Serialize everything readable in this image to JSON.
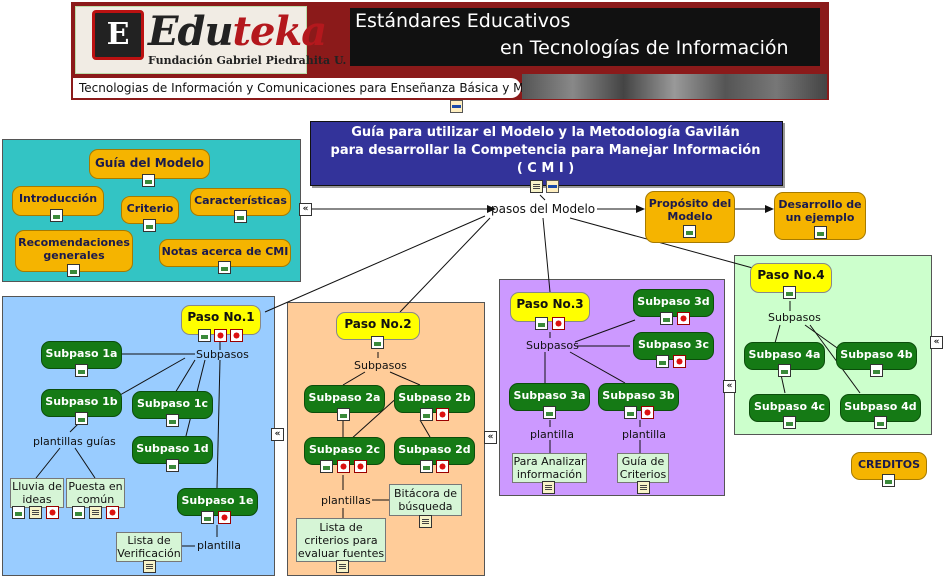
{
  "header": {
    "logo_letter": "E",
    "brand_pre": "Edu",
    "brand_post": "teka",
    "foundation": "Fundación Gabriel Piedrahita U.",
    "title_line1": "Estándares Educativos",
    "title_line2": "en Tecnologías de Información",
    "tagline": "Tecnologias de Información y Comunicaciones para Enseñanza Básica y Media"
  },
  "main": {
    "title_line1": "Guía para utilizar el Modelo y la Metodología Gavilán",
    "title_line2": "para desarrollar la Competencia para Manejar Información",
    "title_line3": "( C M I )",
    "center_label": "pasos del Modelo",
    "proposito": "Propósito del Modelo",
    "desarrollo": "Desarrollo de un ejemplo",
    "creditos": "CREDITOS"
  },
  "guia": {
    "title": "Guía del Modelo",
    "introduccion": "Introducción",
    "criterio": "Criterio",
    "caracteristicas": "Características",
    "recomendaciones": "Recomendaciones generales",
    "notas": "Notas acerca de CMI"
  },
  "paso1": {
    "title": "Paso No.1",
    "subpasos": "Subpasos",
    "sub1a": "Subpaso 1a",
    "sub1b": "Subpaso 1b",
    "sub1c": "Subpaso 1c",
    "sub1d": "Subpaso 1d",
    "sub1e": "Subpaso 1e",
    "plantillas_guias": "plantillas guías",
    "lluvia": "Lluvia de ideas",
    "puesta": "Puesta en común",
    "plantilla": "plantilla",
    "lista": "Lista de Verificación"
  },
  "paso2": {
    "title": "Paso No.2",
    "subpasos": "Subpasos",
    "sub2a": "Subpaso 2a",
    "sub2b": "Subpaso 2b",
    "sub2c": "Subpaso 2c",
    "sub2d": "Subpaso 2d",
    "plantillas": "plantillas",
    "bitacora": "Bitácora de búsqueda",
    "lista": "Lista de criterios para evaluar  fuentes"
  },
  "paso3": {
    "title": "Paso No.3",
    "subpasos": "Subpasos",
    "sub3a": "Subpaso 3a",
    "sub3b": "Subpaso 3b",
    "sub3c": "Subpaso 3c",
    "sub3d": "Subpaso 3d",
    "plantilla_a": "plantilla",
    "plantilla_b": "plantilla",
    "analizar": "Para Analizar información",
    "guia_criterios": "Guía de Criterios"
  },
  "paso4": {
    "title": "Paso No.4",
    "subpasos": "Subpasos",
    "sub4a": "Subpaso 4a",
    "sub4b": "Subpaso 4b",
    "sub4c": "Subpaso 4c",
    "sub4d": "Subpaso 4d"
  },
  "colors": {
    "banner": "#8b1a1a",
    "guia_region": "#33c4c4",
    "paso1_region": "#99ccff",
    "paso2_region": "#ffcc99",
    "paso3_region": "#cc99ff",
    "paso4_region": "#ccffcc",
    "main_title": "#33339a",
    "node_orange": "#f5b400",
    "node_green": "#157a15",
    "node_yellow": "#ffff00"
  }
}
